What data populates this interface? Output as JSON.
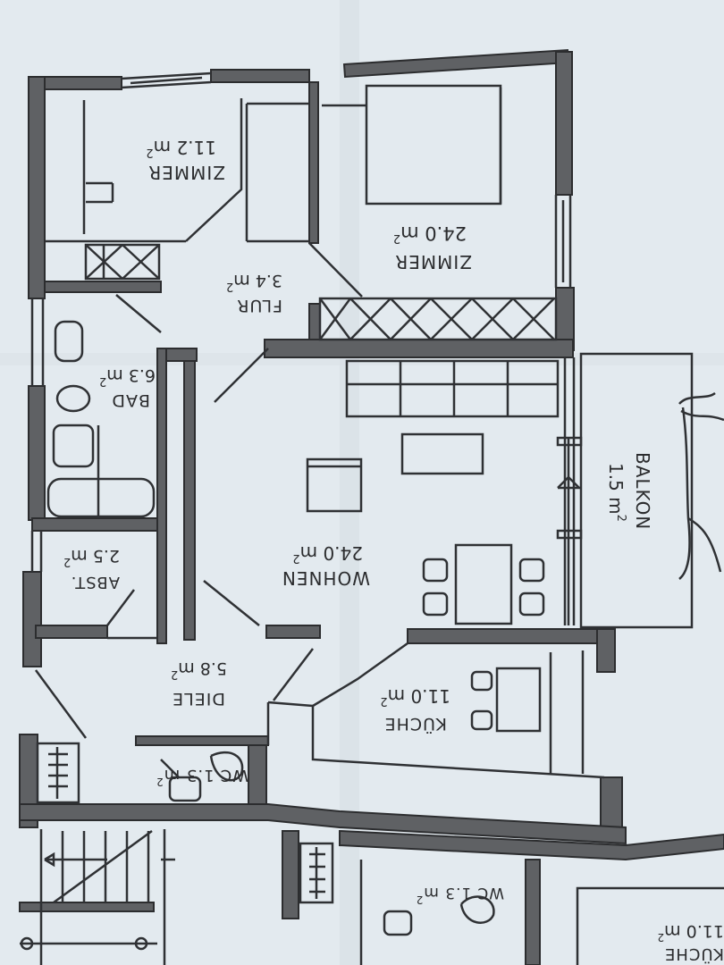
{
  "rooms": {
    "zimmer_small": {
      "name": "ZIMMER",
      "area": "11.2 m",
      "exp": "2"
    },
    "zimmer_large": {
      "name": "ZIMMER",
      "area": "24.0 m",
      "exp": "2"
    },
    "flur": {
      "name": "FLUR",
      "area": "3.4 m",
      "exp": "2"
    },
    "bad": {
      "name": "BAD",
      "area": "6.3 m",
      "exp": "2"
    },
    "wohnen": {
      "name": "WOHNEN",
      "area": "24.0 m",
      "exp": "2"
    },
    "balkon": {
      "name": "BALKON",
      "area": "1.5 m",
      "exp": "2"
    },
    "abst": {
      "name": "ABST.",
      "area": "2.5 m",
      "exp": "2"
    },
    "diele": {
      "name": "DIELE",
      "area": "5.8 m",
      "exp": "2"
    },
    "kueche": {
      "name": "KÜCHE",
      "area": "11.0 m",
      "exp": "2"
    },
    "wc": {
      "name": "WC",
      "area": "1.3 m",
      "exp": "2"
    },
    "wc_neighbor": {
      "name": "WC",
      "area": "1.3 m",
      "exp": "2"
    },
    "kueche_neighbor": {
      "name": "KÜCHE",
      "area": "11.0 m",
      "exp": "2"
    }
  }
}
